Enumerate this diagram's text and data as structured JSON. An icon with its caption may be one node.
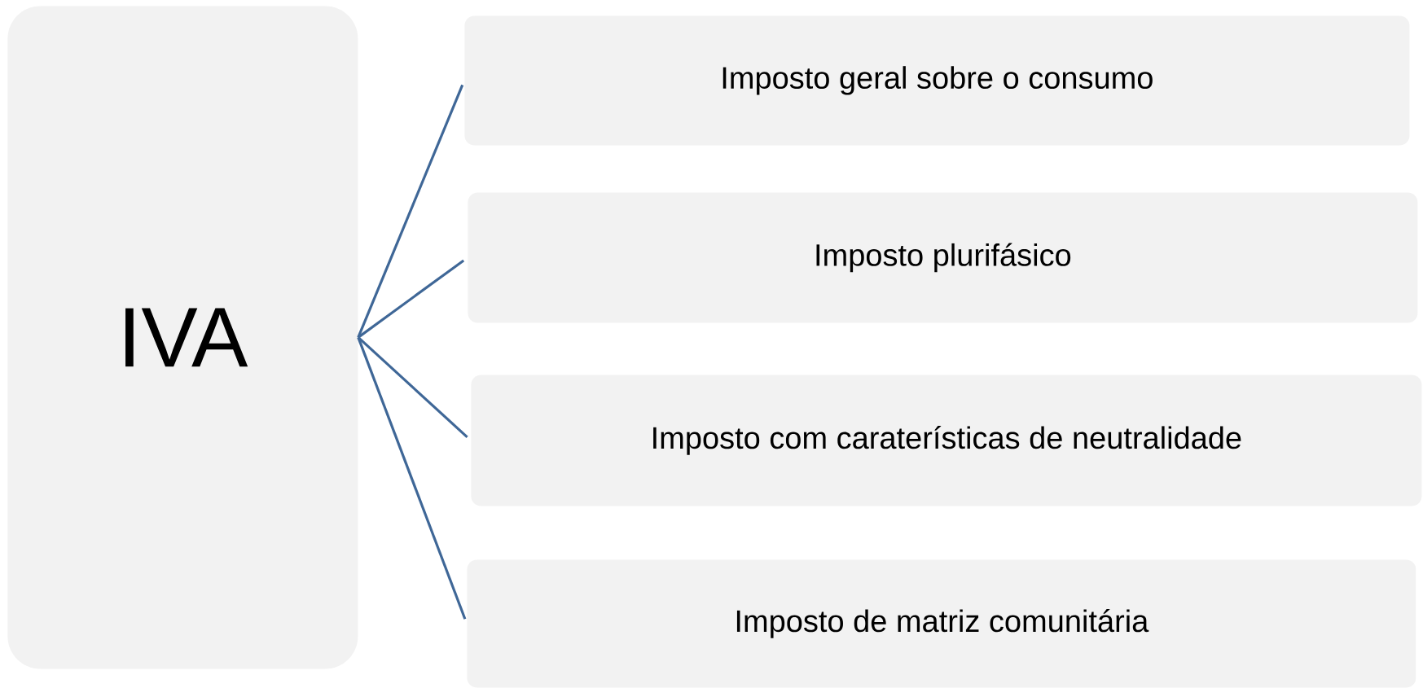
{
  "diagram": {
    "nodes": [
      {
        "text": [
          "IVA"
        ]
      },
      {
        "text": [
          "Imposto geral sobre o consumo"
        ]
      },
      {
        "text": [
          "Imposto plurifásico"
        ]
      },
      {
        "text": [
          "Imposto com caraterísticas de neutralidade"
        ]
      },
      {
        "text": [
          "Imposto de matriz comunitária"
        ]
      }
    ],
    "edges": [
      {
        "from": 0,
        "to": 1,
        "arrow": "none"
      },
      {
        "from": 0,
        "to": 2,
        "arrow": "none"
      },
      {
        "from": 0,
        "to": 3,
        "arrow": "none"
      },
      {
        "from": 0,
        "to": 4,
        "arrow": "none"
      }
    ]
  }
}
